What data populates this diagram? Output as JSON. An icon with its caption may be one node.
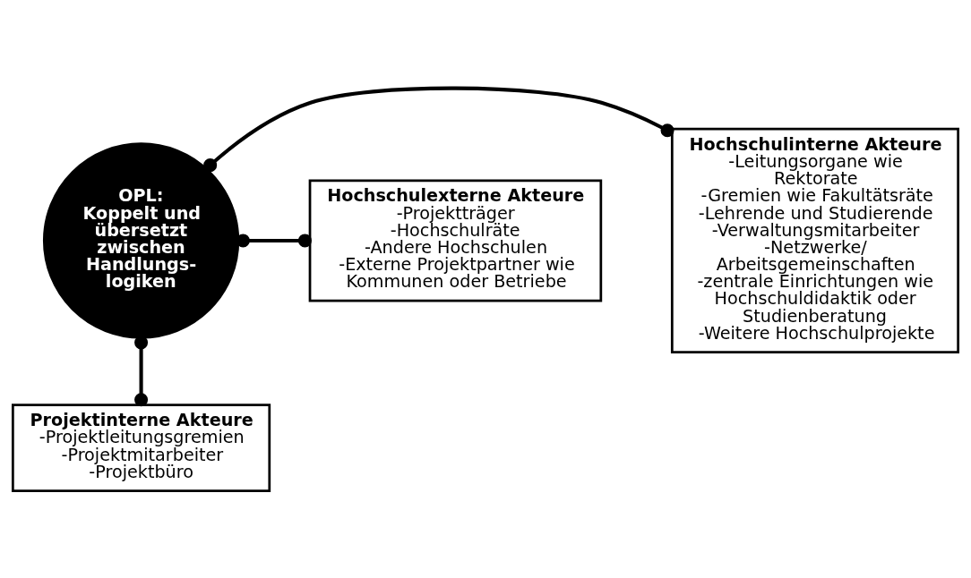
{
  "diagram": {
    "nodes": [
      {
        "text": [
          "Hochschulinterne Akteure",
          "-Leitungsorgane wie Rektorate",
          "-Gremien wie Fakultätsräte",
          "-Lehrende und Studierende",
          "-Verwaltungsmitarbeiter",
          "-Netzwerke/ Arbeitsgemeinschaften",
          "-zentrale Einrichtungen wie Hochschuldidaktik oder Studienberatung",
          "-Weitere Hochschulprojekte"
        ]
      },
      {
        "text": [
          "OPL:",
          "Koppelt und übersetzt zwischen Handlungs- logiken"
        ]
      },
      {
        "text": [
          "Hochschulexterne Akteure",
          "-Projektträger",
          "-Hochschulräte",
          "-Andere Hochschulen",
          "-Externe Projektpartner wie Kommunen oder Betriebe"
        ]
      },
      {
        "text": [
          "Projektinterne Akteure",
          "-Projektleitungsgremien",
          "-Projektmitarbeiter",
          "-Projektbüro"
        ]
      }
    ],
    "edges": [
      {
        "from": 1,
        "to": 0,
        "arrow": "other"
      },
      {
        "from": 1,
        "to": 2,
        "arrow": "other"
      },
      {
        "from": 1,
        "to": 3,
        "arrow": "other"
      }
    ]
  }
}
